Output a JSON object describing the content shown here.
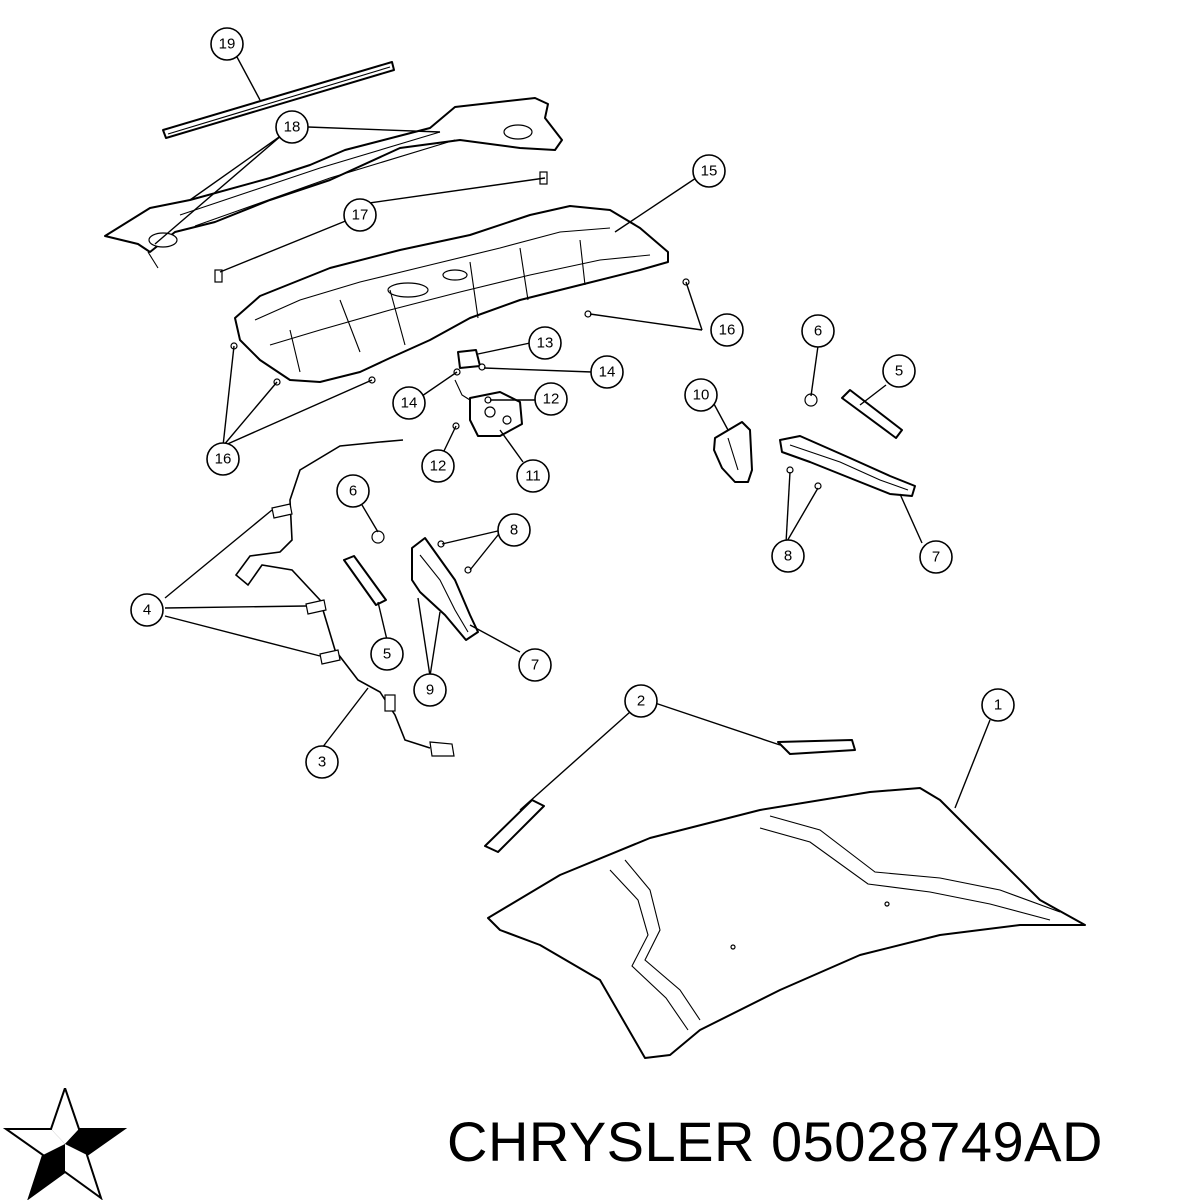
{
  "diagram": {
    "callouts": [
      "1",
      "2",
      "3",
      "4",
      "5",
      "5",
      "6",
      "6",
      "7",
      "7",
      "8",
      "8",
      "9",
      "10",
      "11",
      "12",
      "12",
      "13",
      "14",
      "14",
      "15",
      "16",
      "16",
      "17",
      "18",
      "19"
    ]
  },
  "footer": {
    "brand": "CHRYSLER",
    "part_number": "05028749AD",
    "logo": "chrysler-pentastar-logo"
  }
}
